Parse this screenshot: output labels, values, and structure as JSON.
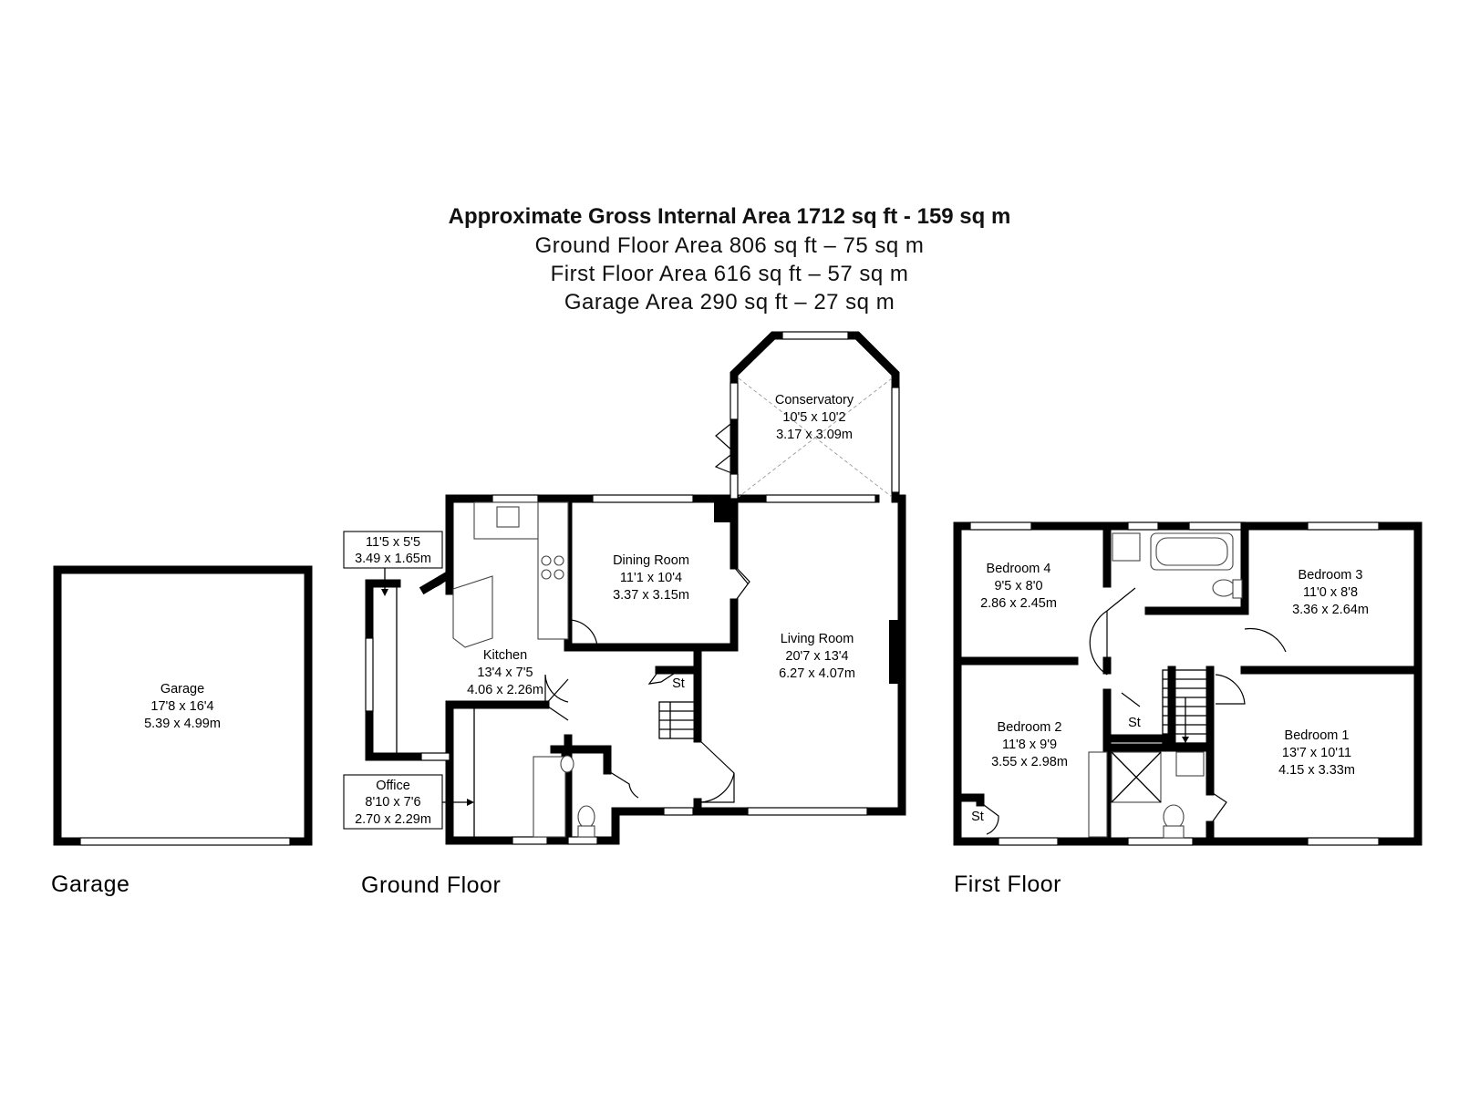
{
  "header": {
    "title": "Approximate Gross Internal Area 1712 sq ft - 159 sq m",
    "lines": [
      "Ground Floor Area 806 sq ft – 75 sq m",
      "First Floor Area 616 sq ft – 57 sq m",
      "Garage Area 290 sq ft – 27 sq m"
    ]
  },
  "floors": {
    "garage": "Garage",
    "ground": "Ground Floor",
    "first": "First Floor"
  },
  "rooms": {
    "garage": {
      "name": "Garage",
      "imperial": "17'8 x 16'4",
      "metric": "5.39 x 4.99m"
    },
    "conservatory": {
      "name": "Conservatory",
      "imperial": "10'5 x 10'2",
      "metric": "3.17 x 3.09m"
    },
    "dining": {
      "name": "Dining Room",
      "imperial": "11'1 x 10'4",
      "metric": "3.37 x 3.15m"
    },
    "kitchen": {
      "name": "Kitchen",
      "imperial": "13'4 x 7'5",
      "metric": "4.06 x 2.26m"
    },
    "living": {
      "name": "Living Room",
      "imperial": "20'7 x 13'4",
      "metric": "6.27 x 4.07m"
    },
    "utility": {
      "imperial": "11'5 x 5'5",
      "metric": "3.49 x 1.65m"
    },
    "office": {
      "name": "Office",
      "imperial": "8'10 x 7'6",
      "metric": "2.70 x 2.29m"
    },
    "bed4": {
      "name": "Bedroom 4",
      "imperial": "9'5 x 8'0",
      "metric": "2.86 x 2.45m"
    },
    "bed3": {
      "name": "Bedroom 3",
      "imperial": "11'0 x 8'8",
      "metric": "3.36 x 2.64m"
    },
    "bed2": {
      "name": "Bedroom 2",
      "imperial": "11'8 x 9'9",
      "metric": "3.55 x 2.98m"
    },
    "bed1": {
      "name": "Bedroom 1",
      "imperial": "13'7 x 10'11",
      "metric": "4.15 x 3.33m"
    }
  },
  "storage_label": "St"
}
